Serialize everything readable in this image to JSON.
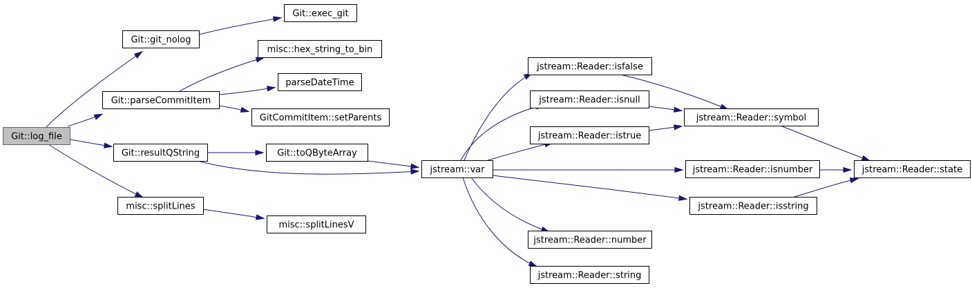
{
  "graph": {
    "title": "",
    "colors": {
      "edge": "#191970",
      "root_fill": "#bfbfbf",
      "node_fill": "#ffffff",
      "node_border": "#000000"
    },
    "nodes": [
      {
        "id": "log_file",
        "label": "Git::log_file",
        "root": true
      },
      {
        "id": "git_nolog",
        "label": "Git::git_nolog"
      },
      {
        "id": "exec_git",
        "label": "Git::exec_git"
      },
      {
        "id": "parseCommitItem",
        "label": "Git::parseCommitItem"
      },
      {
        "id": "hex_string_to_bin",
        "label": "misc::hex_string_to_bin"
      },
      {
        "id": "parseDateTime",
        "label": "parseDateTime"
      },
      {
        "id": "setParents",
        "label": "GitCommitItem::setParents"
      },
      {
        "id": "resultQString",
        "label": "Git::resultQString"
      },
      {
        "id": "toQByteArray",
        "label": "Git::toQByteArray"
      },
      {
        "id": "splitLines",
        "label": "misc::splitLines"
      },
      {
        "id": "splitLinesV",
        "label": "misc::splitLinesV"
      },
      {
        "id": "var",
        "label": "jstream::var"
      },
      {
        "id": "isfalse",
        "label": "jstream::Reader::isfalse"
      },
      {
        "id": "isnull",
        "label": "jstream::Reader::isnull"
      },
      {
        "id": "istrue",
        "label": "jstream::Reader::istrue"
      },
      {
        "id": "symbol",
        "label": "jstream::Reader::symbol"
      },
      {
        "id": "isnumber",
        "label": "jstream::Reader::isnumber"
      },
      {
        "id": "state",
        "label": "jstream::Reader::state"
      },
      {
        "id": "isstring",
        "label": "jstream::Reader::isstring"
      },
      {
        "id": "number",
        "label": "jstream::Reader::number"
      },
      {
        "id": "string",
        "label": "jstream::Reader::string"
      }
    ],
    "edges": [
      {
        "from": "log_file",
        "to": "git_nolog"
      },
      {
        "from": "log_file",
        "to": "parseCommitItem"
      },
      {
        "from": "log_file",
        "to": "resultQString"
      },
      {
        "from": "log_file",
        "to": "splitLines"
      },
      {
        "from": "git_nolog",
        "to": "exec_git"
      },
      {
        "from": "parseCommitItem",
        "to": "hex_string_to_bin"
      },
      {
        "from": "parseCommitItem",
        "to": "parseDateTime"
      },
      {
        "from": "parseCommitItem",
        "to": "setParents"
      },
      {
        "from": "resultQString",
        "to": "toQByteArray"
      },
      {
        "from": "resultQString",
        "to": "var"
      },
      {
        "from": "toQByteArray",
        "to": "var"
      },
      {
        "from": "splitLines",
        "to": "splitLinesV"
      },
      {
        "from": "var",
        "to": "isfalse"
      },
      {
        "from": "var",
        "to": "isnull"
      },
      {
        "from": "var",
        "to": "istrue"
      },
      {
        "from": "var",
        "to": "isnumber"
      },
      {
        "from": "var",
        "to": "isstring"
      },
      {
        "from": "var",
        "to": "number"
      },
      {
        "from": "var",
        "to": "string"
      },
      {
        "from": "isfalse",
        "to": "symbol"
      },
      {
        "from": "isnull",
        "to": "symbol"
      },
      {
        "from": "istrue",
        "to": "symbol"
      },
      {
        "from": "symbol",
        "to": "state"
      },
      {
        "from": "isnumber",
        "to": "state"
      },
      {
        "from": "isstring",
        "to": "state"
      }
    ]
  }
}
